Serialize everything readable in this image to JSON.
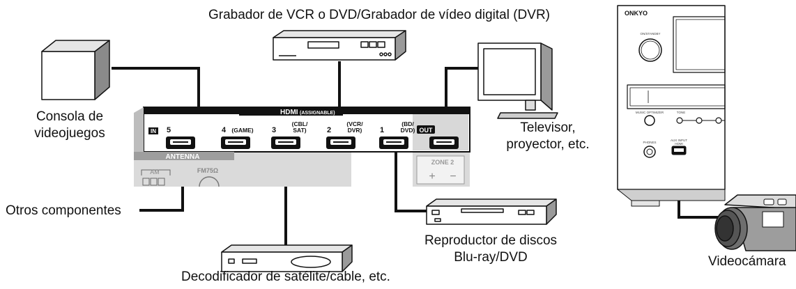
{
  "labels": {
    "recorder": "Grabador de VCR o DVD/Grabador de vídeo digital (DVR)",
    "console_line1": "Consola de",
    "console_line2": "videojuegos",
    "tv_line1": "Televisor,",
    "tv_line2": "proyector, etc.",
    "other": "Otros componentes",
    "bluray_line1": "Reproductor de discos",
    "bluray_line2": "Blu-ray/DVD",
    "decoder": "Decodificador de satélite/cable, etc.",
    "camcorder": "Videocámara"
  },
  "panel": {
    "hdmi_title": "HDMI",
    "hdmi_sub": "(ASSIGNABLE)",
    "in_badge": "IN",
    "out_badge": "OUT",
    "ports": [
      {
        "num": "5",
        "name": ""
      },
      {
        "num": "4",
        "name": "(GAME)"
      },
      {
        "num": "3",
        "name": "(CBL/|SAT)"
      },
      {
        "num": "2",
        "name": "(VCR/|DVR)"
      },
      {
        "num": "1",
        "name": "(BD/|DVD)"
      }
    ],
    "antenna": "ANTENNA",
    "am": "AM",
    "fm": "FM75Ω",
    "zone2": "ZONE 2",
    "plus": "+",
    "minus": "−"
  },
  "receiver": {
    "brand": "ONKYO",
    "standby": "ON/STANDBY",
    "phones": "PHONES",
    "aux_input": "AUX INPUT",
    "aux_hdmi": "HDMI",
    "tone": "TONE",
    "optimizer": "MUSIC OPTIMIZER"
  }
}
